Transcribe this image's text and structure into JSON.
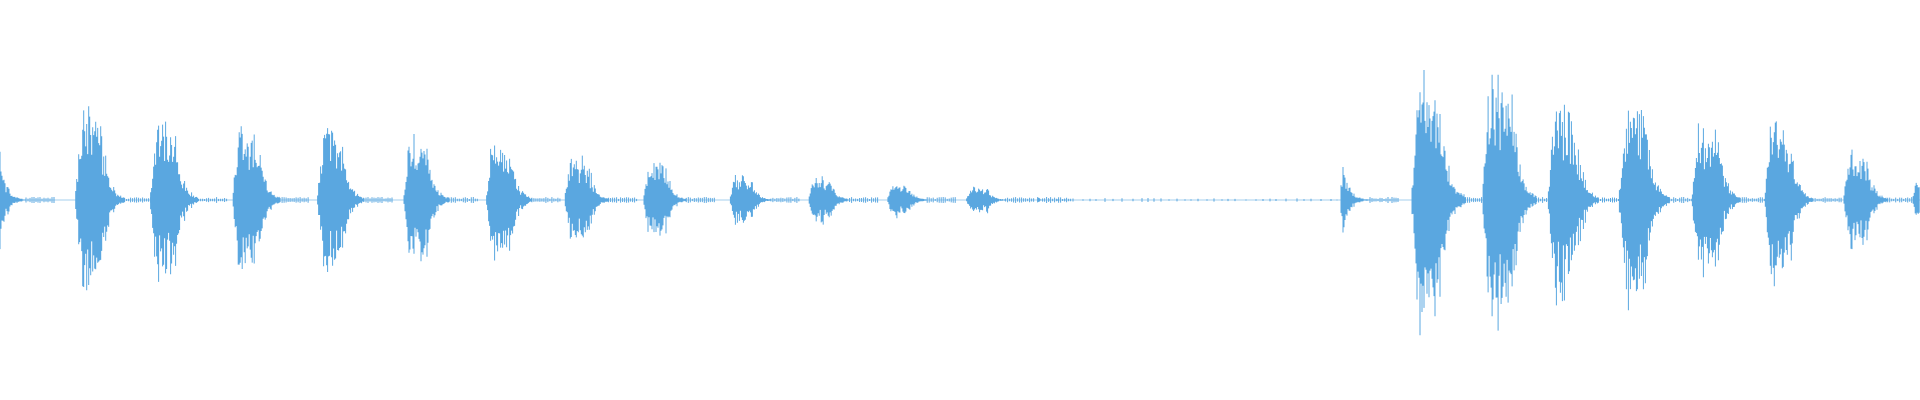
{
  "waveform": {
    "color": "#5aa7e0",
    "background": "#ffffff",
    "bursts": [
      {
        "position": 0.0,
        "amplitude": 0.42,
        "decay": "fast"
      },
      {
        "position": 0.041,
        "amplitude": 0.66,
        "decay": "sustain"
      },
      {
        "position": 0.08,
        "amplitude": 0.61,
        "decay": "sustain"
      },
      {
        "position": 0.123,
        "amplitude": 0.55,
        "decay": "sustain"
      },
      {
        "position": 0.167,
        "amplitude": 0.52,
        "decay": "sustain"
      },
      {
        "position": 0.212,
        "amplitude": 0.46,
        "decay": "sustain"
      },
      {
        "position": 0.255,
        "amplitude": 0.46,
        "decay": "sustain"
      },
      {
        "position": 0.296,
        "amplitude": 0.35,
        "decay": "sustain"
      },
      {
        "position": 0.337,
        "amplitude": 0.29,
        "decay": "sustain"
      },
      {
        "position": 0.382,
        "amplitude": 0.19,
        "decay": "sustain"
      },
      {
        "position": 0.423,
        "amplitude": 0.19,
        "decay": "sustain"
      },
      {
        "position": 0.464,
        "amplitude": 0.13,
        "decay": "sustain"
      },
      {
        "position": 0.505,
        "amplitude": 0.11,
        "decay": "sustain"
      },
      {
        "position": 0.542,
        "amplitude": 0.02,
        "decay": "sustain"
      },
      {
        "position": 0.7,
        "amplitude": 0.31,
        "decay": "fast"
      },
      {
        "position": 0.737,
        "amplitude": 0.92,
        "decay": "sustain"
      },
      {
        "position": 0.774,
        "amplitude": 0.92,
        "decay": "sustain"
      },
      {
        "position": 0.808,
        "amplitude": 0.73,
        "decay": "sustain"
      },
      {
        "position": 0.845,
        "amplitude": 0.74,
        "decay": "sustain"
      },
      {
        "position": 0.883,
        "amplitude": 0.61,
        "decay": "sustain"
      },
      {
        "position": 0.921,
        "amplitude": 0.6,
        "decay": "sustain"
      },
      {
        "position": 0.962,
        "amplitude": 0.37,
        "decay": "sustain"
      },
      {
        "position": 0.998,
        "amplitude": 0.2,
        "decay": "sustain"
      }
    ]
  }
}
